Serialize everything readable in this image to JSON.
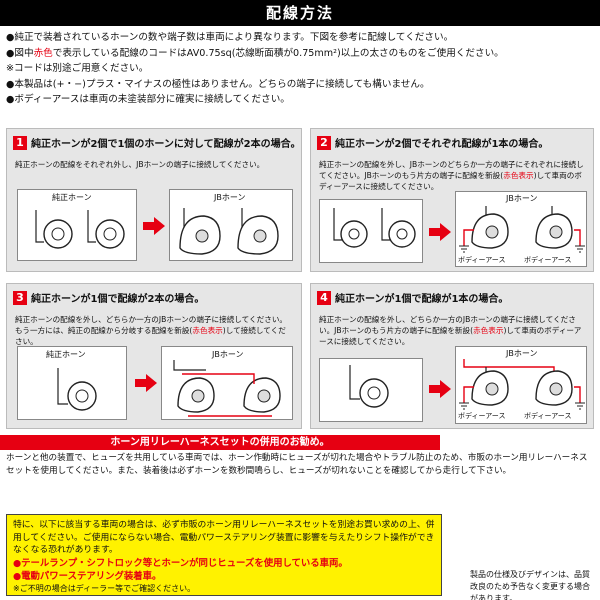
{
  "page_title": "配線方法",
  "notes": [
    "●純正で装着されているホーンの数や端子数は車両により異なります。下図を参考に配線してください。",
    "●図中赤色で表示している配線のコードはAV0.75sq(芯線断面積が0.75mm²)以上の太さのものをご使用ください。",
    "※コードは別途ご用意ください。",
    "●本製品は(+・−)プラス・マイナスの極性はありません。どちらの端子に接続しても構いません。",
    "●ボディーアースは車両の未塗装部分に確実に接続してください。"
  ],
  "note2_parts": [
    "●図中",
    "赤色",
    "で表示している配線のコードはAV0.75sq(芯線断面積が0.75mm²)以上の太さのものをご使用ください。"
  ],
  "panels": [
    {
      "number": "1",
      "title": "純正ホーンが2個で1個のホーンに対して配線が2本の場合。",
      "desc": [
        "純正ホーンの配線をそれぞれ外し、JBホーンの端子に接続してください。"
      ],
      "left_label": "純正ホーン",
      "right_label": "JBホーン"
    },
    {
      "number": "2",
      "title": "純正ホーンが2個でそれぞれ配線が1本の場合。",
      "desc": [
        "純正ホーンの配線を外し、JBホーンのどちらか一方の端子にそれぞれに接続してください。JBホーンのもう片方の端子に配線を新設(",
        "赤色表示",
        ")して車両のボディーアースに接続してください。"
      ],
      "right_label": "JBホーン",
      "earth_left": "ボディーアース",
      "earth_right": "ボディーアース"
    },
    {
      "number": "3",
      "title": "純正ホーンが1個で配線が2本の場合。",
      "desc": [
        "純正ホーンの配線を外し、どちらか一方のJBホーンの端子に接続してください。もう一方には、純正の配線から分岐する配線を新設(",
        "赤色表示",
        ")して接続してください。"
      ],
      "left_label": "純正ホーン",
      "right_label": "JBホーン"
    },
    {
      "number": "4",
      "title": "純正ホーンが1個で配線が1本の場合。",
      "desc": [
        "純正ホーンの配線を外し、どちらか一方のJBホーンの端子に接続してください。JBホーンのもう片方の端子に配線を新設(",
        "赤色表示",
        ")して車両のボディーアースに接続してください。"
      ],
      "right_label": "JBホーン",
      "earth_left": "ボディーアース",
      "earth_right": "ボディーアース"
    }
  ],
  "relay": {
    "heading": "ホーン用リレーハーネスセットの併用のお勧め。",
    "text": "ホーンと他の装置で、ヒューズを共用している車両では、ホーン作動時にヒューズが切れた場合やトラブル防止のため、市販のホーン用リレーハーネスセットを使用してください。また、装着後は必ずホーンを数秒間鳴らし、ヒューズが切れないことを確認してから走行して下さい。"
  },
  "warning": {
    "text": "特に、以下に該当する車両の場合は、必ず市販のホーン用リレーハーネスセットを別途お買い求めの上、併用してください。ご使用にならない場合、電動パワーステアリング装置に影響を与えたりシフト操作ができなくなる恐れがあります。",
    "items": [
      "●テールランプ・シフトロック等とホーンが同じヒューズを使用している車両。",
      "●電動パワーステアリング装着車。"
    ],
    "footnote": "※ご不明の場合はディーラー等でご確認ください。"
  },
  "spec_note": "製品の仕様及びデザインは、品質改良のため予告なく変更する場合があります。",
  "colors": {
    "accent": "#e60012",
    "warning_bg": "#fff200",
    "panel_bg": "#e6e6e6"
  }
}
